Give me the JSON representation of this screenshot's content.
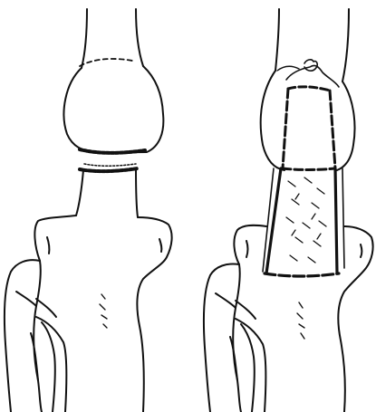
{
  "figure": {
    "colors": {
      "background": "#ffffff",
      "ink": "#111111"
    },
    "panels": [
      {
        "id": "left-panel",
        "depicts": "bone-resection-before-fixation"
      },
      {
        "id": "right-panel",
        "depicts": "bone-graft-inserted-with-fixation-outline"
      }
    ]
  }
}
